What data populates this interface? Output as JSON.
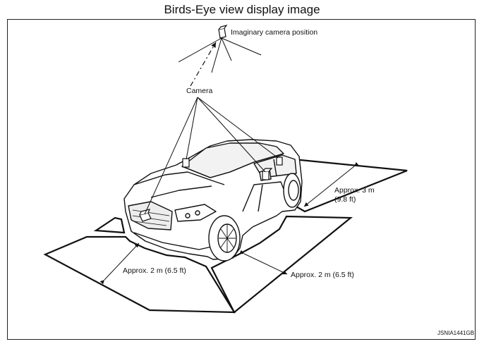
{
  "title": "Birds-Eye view display image",
  "labels": {
    "imaginary_camera": "Imaginary camera position",
    "camera": "Camera",
    "rear_distance_line1": "Approx. 3 m",
    "rear_distance_line2": "(9.8 ft)",
    "front_distance": "Approx. 2 m (6.5 ft)",
    "side_distance": "Approx. 2 m (6.5 ft)",
    "figure_code": "JSNIA1441GB"
  }
}
